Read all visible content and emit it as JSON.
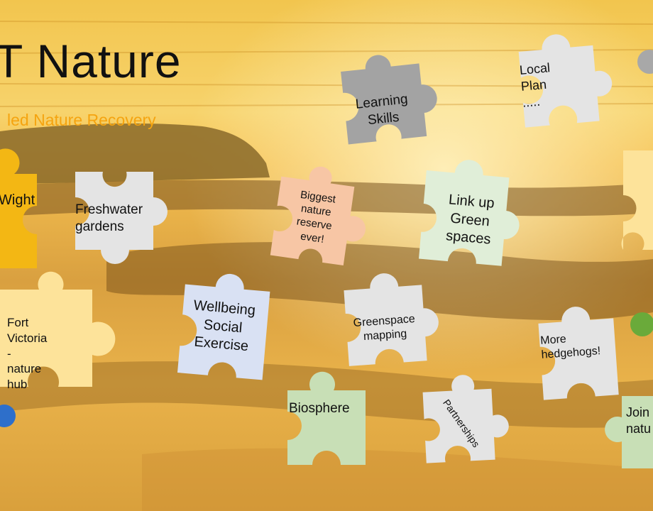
{
  "slide": {
    "title": "T Nature",
    "subtitle": "led Nature Recovery"
  },
  "pieces": {
    "wight": {
      "label": "Wight",
      "color": "#f3b714"
    },
    "freshwater": {
      "label": "Freshwater\ngardens",
      "color": "#e4e4e4"
    },
    "fort_victoria": {
      "label": "Fort\nVictoria -\nnature hub",
      "color": "#fde39a"
    },
    "learning_skills": {
      "label": "Learning\nSkills",
      "color": "#a3a3a3"
    },
    "local_plan": {
      "label": "Local Plan\n.....",
      "color": "#e4e4e4"
    },
    "biggest_reserve": {
      "label": "Biggest\nnature\nreserve\never!",
      "color": "#f7c6a5"
    },
    "link_up": {
      "label": "Link up\nGreen\nspaces",
      "color": "#e0eed8"
    },
    "right_edge": {
      "label": "",
      "color": "#fde39a"
    },
    "wellbeing": {
      "label": "Wellbeing\nSocial\nExercise",
      "color": "#d9e1f3"
    },
    "greenspace_mapping": {
      "label": "Greenspace\nmapping",
      "color": "#e4e4e4"
    },
    "more_hedgehogs": {
      "label": "More\nhedgehogs!",
      "color": "#e4e4e4"
    },
    "biosphere": {
      "label": "Biosphere",
      "color": "#c8dfb6"
    },
    "partnerships": {
      "label": "Partnerships",
      "color": "#e4e4e4"
    },
    "join_nature": {
      "label": "Join\nnatu",
      "color": "#c8dfb6"
    }
  },
  "dots": {
    "grey": "#a8a8a8",
    "green": "#6aaa3a",
    "blue": "#2e6fca"
  }
}
